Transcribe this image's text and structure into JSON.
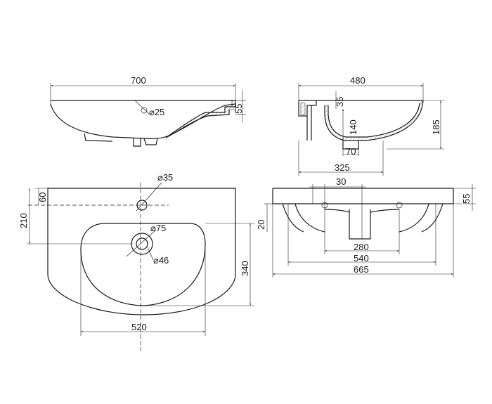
{
  "dimensions": {
    "side_width": "700",
    "side_height": "55",
    "side_hole": "⌀25",
    "front_width": "480",
    "front_d35": "35",
    "front_140": "140",
    "front_185": "185",
    "front_70": "70",
    "front_325": "325",
    "top_hole": "⌀35",
    "top_60": "60",
    "top_210": "210",
    "top_d75": "⌀75",
    "top_d46": "⌀46",
    "top_340": "340",
    "top_520": "520",
    "rear_30": "30",
    "rear_20": "20",
    "rear_55": "55",
    "rear_280": "280",
    "rear_540": "540",
    "rear_665": "665"
  }
}
